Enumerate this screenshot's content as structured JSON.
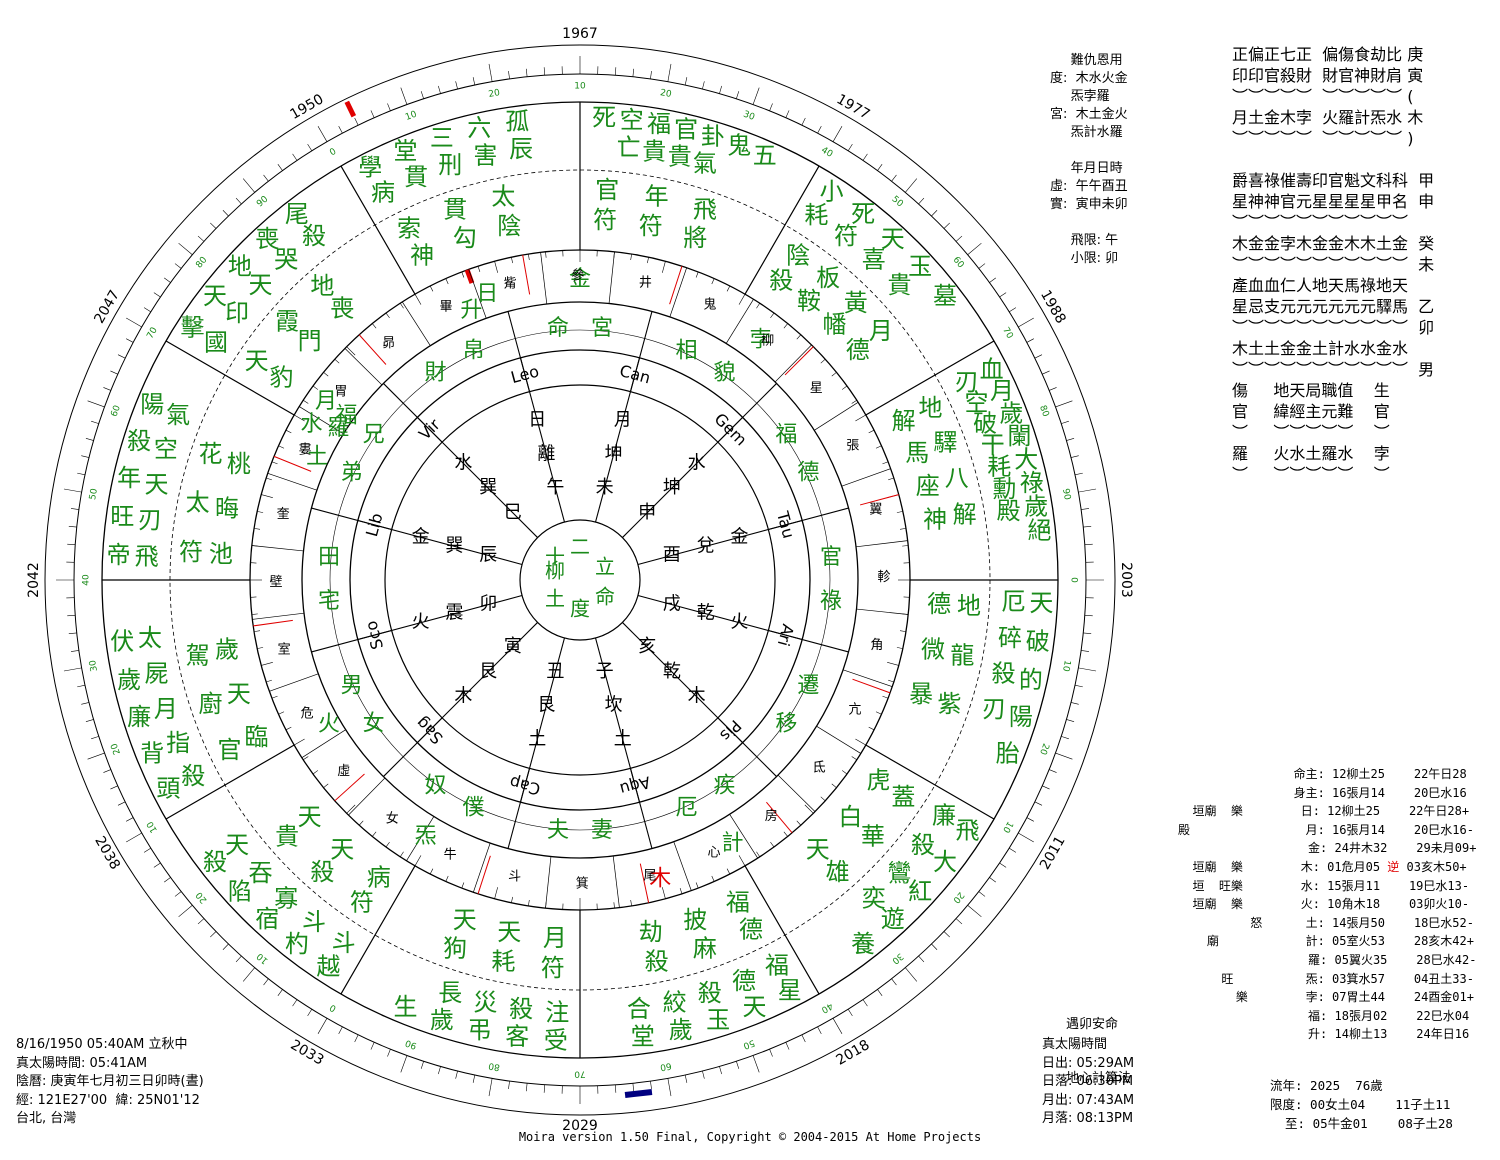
{
  "app": {
    "footer": "Moira version 1.50 Final, Copyright © 2004-2015 At Home Projects"
  },
  "colors": {
    "green": "#1a8a1a",
    "red": "#e00000",
    "navy": "#000080",
    "ring": "#000000"
  },
  "chart": {
    "center_text": [
      "十",
      "二",
      "立",
      "命",
      "柳",
      "土",
      "度"
    ],
    "ages_outer": [
      "1967",
      "1977",
      "1988",
      "2003",
      "2011",
      "2018",
      "2029",
      "2033",
      "2038",
      "2042",
      "2047",
      "1950"
    ],
    "outer_houses": [
      [
        "死",
        "空亡",
        "福貴",
        "官貴",
        "卦氣",
        "鬼",
        "五"
      ],
      [
        "小耗",
        "死符",
        "天喜",
        "玉貴",
        "墓"
      ],
      [
        "血刃",
        "月空",
        "歲破",
        "闌干",
        "大耗",
        "祿勳",
        "歲殿",
        "絕"
      ],
      [
        "天厄",
        "破碎",
        "的殺",
        "陽刃",
        "胎"
      ],
      [
        "飛廉",
        "大殺",
        "紅鸞",
        "遊奕",
        "養"
      ],
      [
        "星福",
        "天德",
        "玉殺",
        "歲絞",
        "堂合"
      ],
      [
        "受注",
        "客殺",
        "弔災",
        "歲長",
        "生"
      ],
      [
        "越斗",
        "杓斗",
        "宿寡",
        "陷吞",
        "殺天"
      ],
      [
        "頭殺",
        "背指",
        "廉月",
        "歲屍",
        "伏太"
      ],
      [
        "帝飛",
        "旺刃",
        "年天",
        "殺空",
        "陽氣"
      ],
      [
        "擊國",
        "天印",
        "地天",
        "喪哭",
        "尾殺"
      ],
      [
        "學病",
        "堂貫",
        "三刑",
        "六害",
        "孤辰"
      ]
    ],
    "mid_houses": [
      [
        "官符",
        "年符",
        "飛將"
      ],
      [
        "陰殺",
        "板鞍",
        "黃幡",
        "月德"
      ],
      [
        "地解",
        "驛馬",
        "八座",
        "解神"
      ],
      [
        "地德",
        "龍微",
        "紫暴"
      ],
      [
        "蓋虎",
        "華白",
        "雄天"
      ],
      [
        "德福",
        "麻披",
        "殺劫"
      ],
      [
        "符月",
        "耗天",
        "狗天"
      ],
      [
        "符病",
        "殺天",
        "貴天"
      ],
      [
        "官臨",
        "廚天",
        "駕歲"
      ],
      [
        "符池",
        "太晦",
        "花桃"
      ],
      [
        "天豹",
        "霞門",
        "地喪"
      ],
      [
        "索神",
        "貫勾",
        "太陰"
      ]
    ],
    "palaces": [
      "命宮",
      "相貌",
      "福德",
      "官祿",
      "遷移",
      "疾厄",
      "妻夫",
      "僕奴",
      "女男",
      "宅田",
      "弟兄",
      "財帛"
    ],
    "planets_on_ring": [
      "金",
      "升",
      "日",
      "孛",
      "計",
      "木",
      "炁",
      "火",
      "土",
      "水",
      "月",
      "福",
      "羅"
    ],
    "mansions": [
      "井",
      "鬼",
      "柳",
      "星",
      "張",
      "翼",
      "軫",
      "角",
      "亢",
      "氐",
      "房",
      "心",
      "尾",
      "箕",
      "斗",
      "牛",
      "女",
      "虛",
      "危",
      "室",
      "壁",
      "奎",
      "婁",
      "胃",
      "昴",
      "畢",
      "觜",
      "參"
    ],
    "signs": [
      "Can",
      "Gem",
      "Tau",
      "Ari",
      "Pis",
      "Aqu",
      "Cap",
      "Sag",
      "Sco",
      "Lib",
      "Vir",
      "Leo"
    ],
    "branches_inner": [
      [
        "月",
        "坤",
        "未"
      ],
      [
        "水",
        "坤",
        "申"
      ],
      [
        "金",
        "兌",
        "酉"
      ],
      [
        "火",
        "乾",
        "戌"
      ],
      [
        "木",
        "乾",
        "亥"
      ],
      [
        "土",
        "坎",
        "子"
      ],
      [
        "土",
        "艮",
        "丑"
      ],
      [
        "木",
        "艮",
        "寅"
      ],
      [
        "火",
        "震",
        "卯"
      ],
      [
        "金",
        "巽",
        "辰"
      ],
      [
        "水",
        "巽",
        "巳"
      ],
      [
        "日",
        "離",
        "午"
      ]
    ]
  },
  "top_info": {
    "lines": [
      "     難仇恩用",
      "度:  木水火金",
      "     炁孛羅",
      "宮:  木土金火",
      "     炁計水羅",
      "",
      "     年月日時",
      "虛:  午午酉丑",
      "實:  寅申未卯",
      "",
      "     飛限: 午",
      "     小限: 卯"
    ]
  },
  "gods_grid": {
    "lines": [
      "正偏正七正  偏傷食劫比 庚",
      "印印官殺財  財官神財肩 寅",
      "︶︶︶︶︶  ︶︶︶︶︶ (",
      "月土金木孛  火羅計炁水 木",
      "︶︶︶︶︶  ︶︶︶︶︶ )",
      "",
      "爵喜祿催壽印官魁文科科  甲",
      "星神神官元星星星星甲名  申",
      "︶︶︶︶︶︶︶︶︶︶︶",
      "木金金孛木金金木木土金  癸",
      "︶︶︶︶︶︶︶︶︶︶︶  未",
      "產血血仁人地天馬祿地天",
      "星忌支元元元元元元驛馬  乙",
      "︶︶︶︶︶︶︶︶︶︶︶  卯",
      "木土土金金土計水水金水",
      "︶︶︶︶︶︶︶︶︶︶︶  男",
      "傷     地天局職值    生",
      "官     緯經主元難    官",
      "︶     ︶︶︶︶︶    ︶",
      "羅     火水土羅水    孛",
      "︶     ︶︶︶︶︶    ︶"
    ]
  },
  "planet_table": {
    "lines": [
      "                命主: 12柳土25    22午日28",
      "                身主: 16張月14    20巳水16",
      "  垣廟  樂        日: 12柳土25    22午日28+",
      "殿                月: 16張月14    20巳水16-",
      "                  金: 24井木32    29未月09+",
      "  垣廟  樂        木: 01危月05 逆 03亥木50+",
      "  垣  旺樂        水: 15張月11    19巳水13-",
      "  垣廟  樂        火: 10角木18    03卯火10-",
      "          怒      土: 14張月50    18巳水52-",
      "    廟            計: 05室火53    28亥木42+",
      "                  羅: 05翼火35    28巳水42-",
      "      旺          炁: 03箕水57    04丑土33-",
      "        樂        孛: 07胃土44    24酉金01+",
      "                  福: 18張月02    22巳水04",
      "                  升: 14柳土13    24年日16"
    ]
  },
  "misc_center": {
    "line1": "遇卯安命",
    "line2": "地心計算法"
  },
  "sun_times": {
    "title": "真太陽時間",
    "lines": [
      "日出: 05:29AM",
      "日落: 06:30PM",
      "月出: 07:43AM",
      "月落: 08:13PM"
    ]
  },
  "annual": {
    "lines": [
      "流年: 2025  76歲",
      "限度: 00女土04    11子土11",
      "  至: 05牛金01    08子土28"
    ]
  },
  "birth_info": {
    "lines": [
      "8/16/1950 05:40AM 立秋中",
      "真太陽時間: 05:41AM",
      "陰曆: 庚寅年七月初三日卯時(晝)",
      "經: 121E27'00  緯: 25N01'12",
      "台北, 台灣"
    ]
  }
}
